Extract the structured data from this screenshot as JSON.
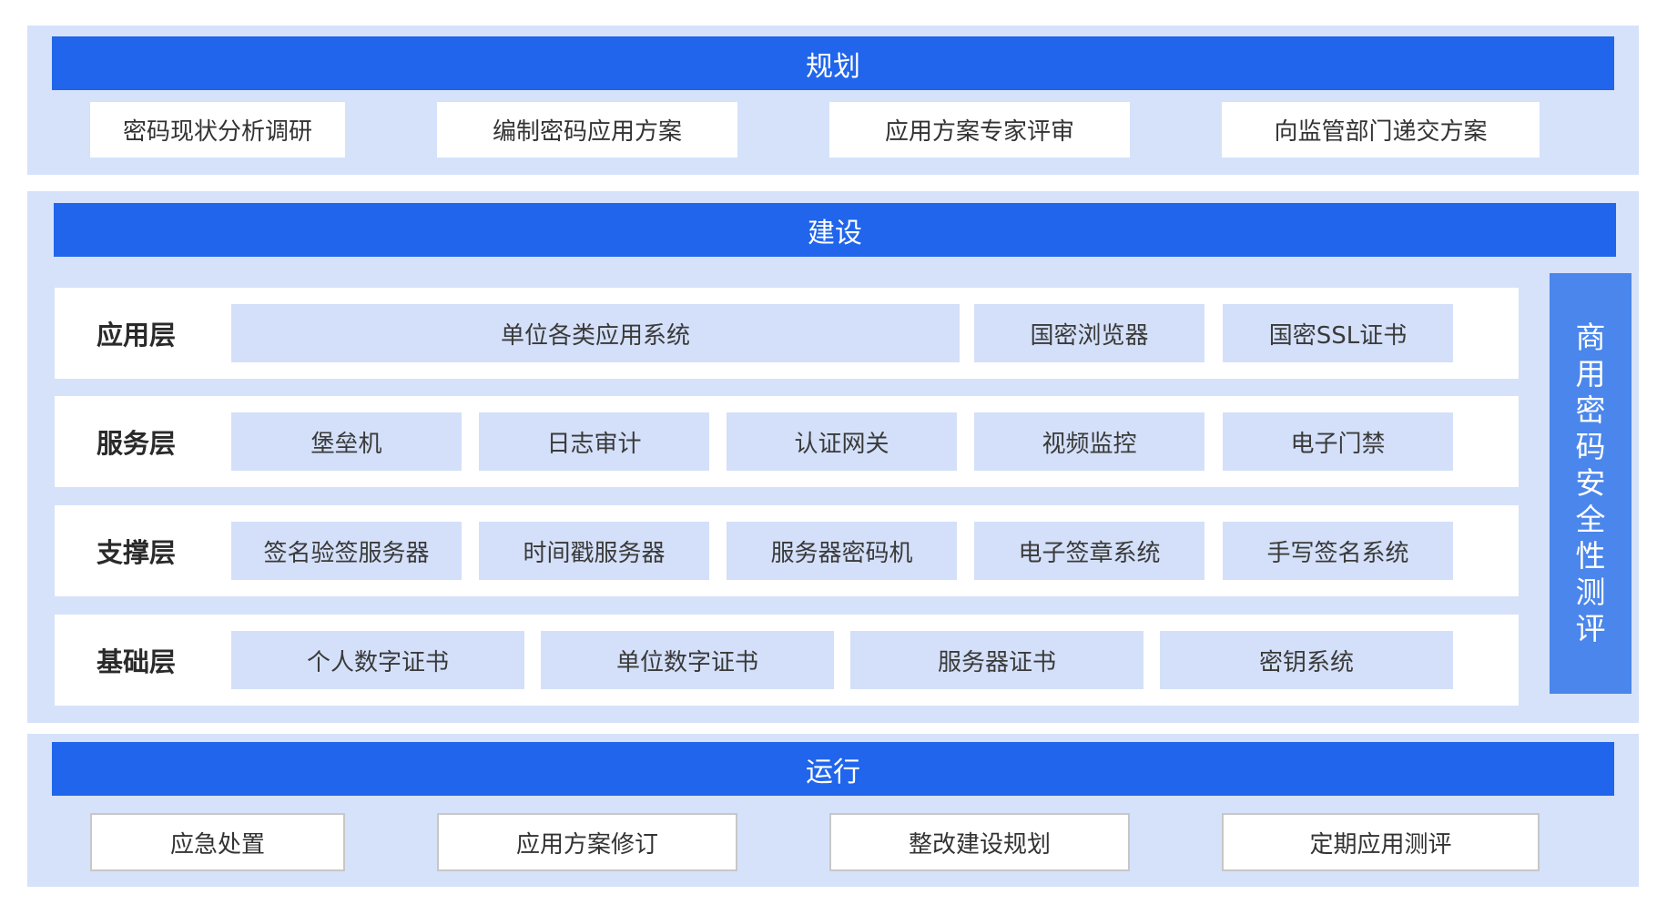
{
  "planning": {
    "title": "规划",
    "items": [
      "密码现状分析调研",
      "编制密码应用方案",
      "应用方案专家评审",
      "向监管部门递交方案"
    ]
  },
  "construction": {
    "title": "建设",
    "layers": [
      {
        "label": "应用层",
        "items": [
          "单位各类应用系统",
          "国密浏览器",
          "国密SSL证书"
        ]
      },
      {
        "label": "服务层",
        "items": [
          "堡垒机",
          "日志审计",
          "认证网关",
          "视频监控",
          "电子门禁"
        ]
      },
      {
        "label": "支撑层",
        "items": [
          "签名验签服务器",
          "时间戳服务器",
          "服务器密码机",
          "电子签章系统",
          "手写签名系统"
        ]
      },
      {
        "label": "基础层",
        "items": [
          "个人数字证书",
          "单位数字证书",
          "服务器证书",
          "密钥系统"
        ]
      }
    ],
    "side_label": [
      "商",
      "用",
      "密",
      "码",
      "安",
      "全",
      "性",
      "测",
      "评"
    ]
  },
  "operation": {
    "title": "运行",
    "items": [
      "应急处置",
      "应用方案修订",
      "整改建设规划",
      "定期应用测评"
    ]
  },
  "colors": {
    "primary_bar": "#2065eb",
    "panel_bg": "#d6e2fa",
    "cell_bg": "#d4e0f9",
    "side_bar": "#4a86eb"
  }
}
